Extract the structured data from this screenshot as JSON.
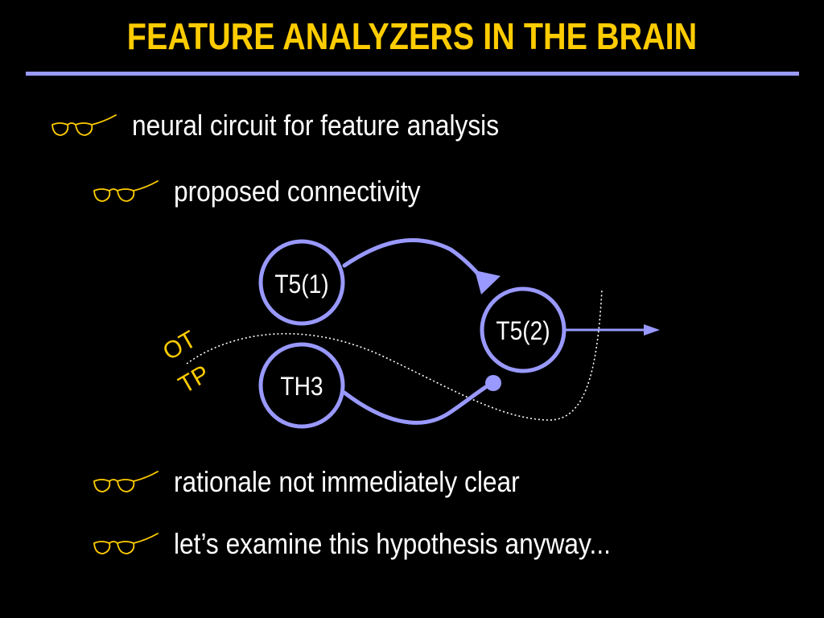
{
  "slide": {
    "title": "FEATURE ANALYZERS IN THE BRAIN",
    "accent_color": "#9999FF",
    "title_color": "#FFCC00",
    "bullet_icon": "eyeglasses-icon"
  },
  "bullets": [
    {
      "text": "neural circuit for feature analysis",
      "level": 1
    },
    {
      "text": "proposed connectivity",
      "level": 2
    },
    {
      "text": "rationale not immediately clear",
      "level": 2
    },
    {
      "text": "let’s examine this hypothesis anyway...",
      "level": 2
    }
  ],
  "diagram": {
    "nodes": [
      {
        "id": "t5_1",
        "label": "T5(1)"
      },
      {
        "id": "t5_2",
        "label": "T5(2)"
      },
      {
        "id": "th3",
        "label": "TH3"
      }
    ],
    "edges": [
      {
        "from": "t5_1",
        "to": "t5_2",
        "type": "excitatory"
      },
      {
        "from": "th3",
        "to": "t5_2",
        "type": "inhibitory"
      },
      {
        "from": "t5_2",
        "to": "output",
        "type": "output"
      }
    ],
    "boundary": {
      "label_top": "OT",
      "label_bottom": "TP",
      "label_color": "#FFCC00"
    }
  }
}
